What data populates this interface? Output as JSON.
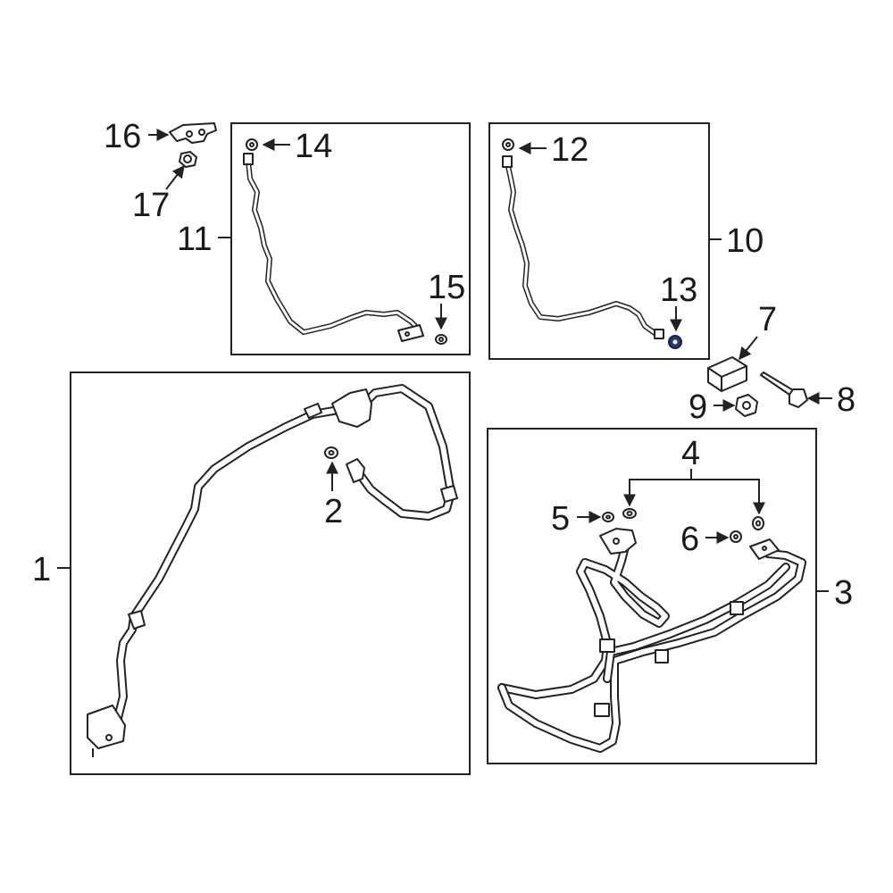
{
  "diagram": {
    "accent_color": "#1f3a8a",
    "callouts": {
      "c1": "1",
      "c2": "2",
      "c3": "3",
      "c4": "4",
      "c5": "5",
      "c6": "6",
      "c7": "7",
      "c8": "8",
      "c9": "9",
      "c10": "10",
      "c11": "11",
      "c12": "12",
      "c13": "13",
      "c14": "14",
      "c15": "15",
      "c16": "16",
      "c17": "17"
    }
  }
}
